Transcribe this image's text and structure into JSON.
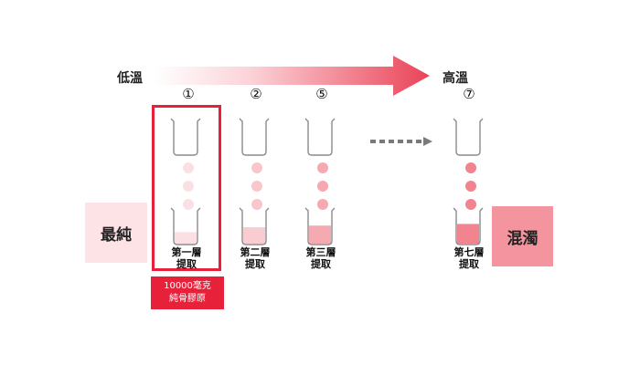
{
  "temperature": {
    "low": "低溫",
    "high": "高溫"
  },
  "steps": [
    {
      "num": "①",
      "label": "第一層\n提取",
      "fill": 0.35
    },
    {
      "num": "②",
      "label": "第二層\n提取",
      "fill": 0.5
    },
    {
      "num": "⑤",
      "label": "第三層\n提取",
      "fill": 0.55
    },
    {
      "num": "⑦",
      "label": "第七層\n提取",
      "fill": 0.6
    }
  ],
  "side": {
    "pure": "最純",
    "turbid": "混濁"
  },
  "tag": {
    "line1": "10000毫克",
    "line2": "純骨膠原"
  },
  "colors": {
    "accent": "#e8213b",
    "pure_bg": "#fde3e6",
    "turbid_bg": "#f4949e"
  }
}
